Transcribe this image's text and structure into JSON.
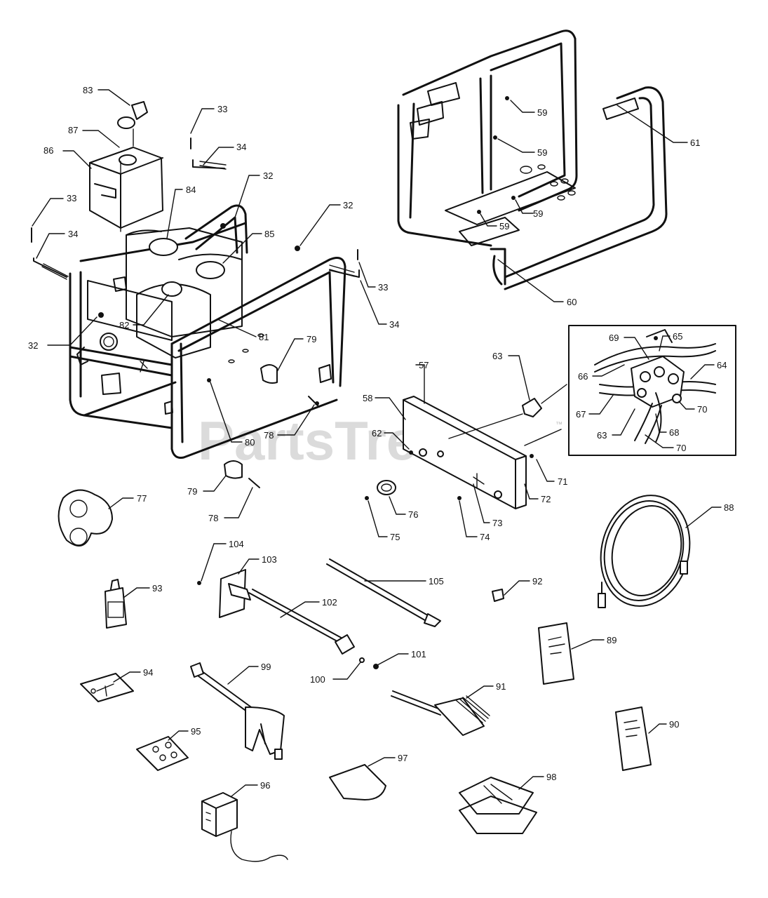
{
  "watermark": {
    "text": "PartsTree",
    "trademark": "™"
  },
  "callouts": [
    "83",
    "33",
    "87",
    "86",
    "34",
    "32",
    "84",
    "33",
    "34",
    "85",
    "32",
    "33",
    "34",
    "82",
    "32",
    "81",
    "79",
    "78",
    "80",
    "79",
    "78",
    "77",
    "59",
    "59",
    "61",
    "59",
    "59",
    "60",
    "57",
    "63",
    "58",
    "62",
    "69",
    "65",
    "66",
    "64",
    "67",
    "70",
    "63",
    "68",
    "70",
    "71",
    "72",
    "76",
    "73",
    "75",
    "74",
    "88",
    "104",
    "103",
    "105",
    "93",
    "102",
    "92",
    "89",
    "100",
    "101",
    "94",
    "99",
    "91",
    "90",
    "95",
    "97",
    "98",
    "96"
  ]
}
